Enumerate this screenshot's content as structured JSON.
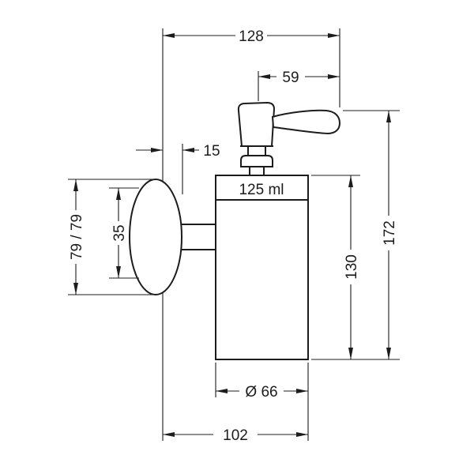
{
  "colors": {
    "background": "#ffffff",
    "line": "#1c1c1c"
  },
  "drawing": {
    "capacity_label": "125 ml",
    "dimensions": {
      "overall_depth": "128",
      "lever_projection": "59",
      "wall_plate_depth": "15",
      "wall_plate_size": "79 / 79",
      "mounting_offset": "35",
      "container_height": "130",
      "overall_height": "172",
      "container_diameter": "Ø 66",
      "wall_to_front_depth": "102"
    }
  }
}
